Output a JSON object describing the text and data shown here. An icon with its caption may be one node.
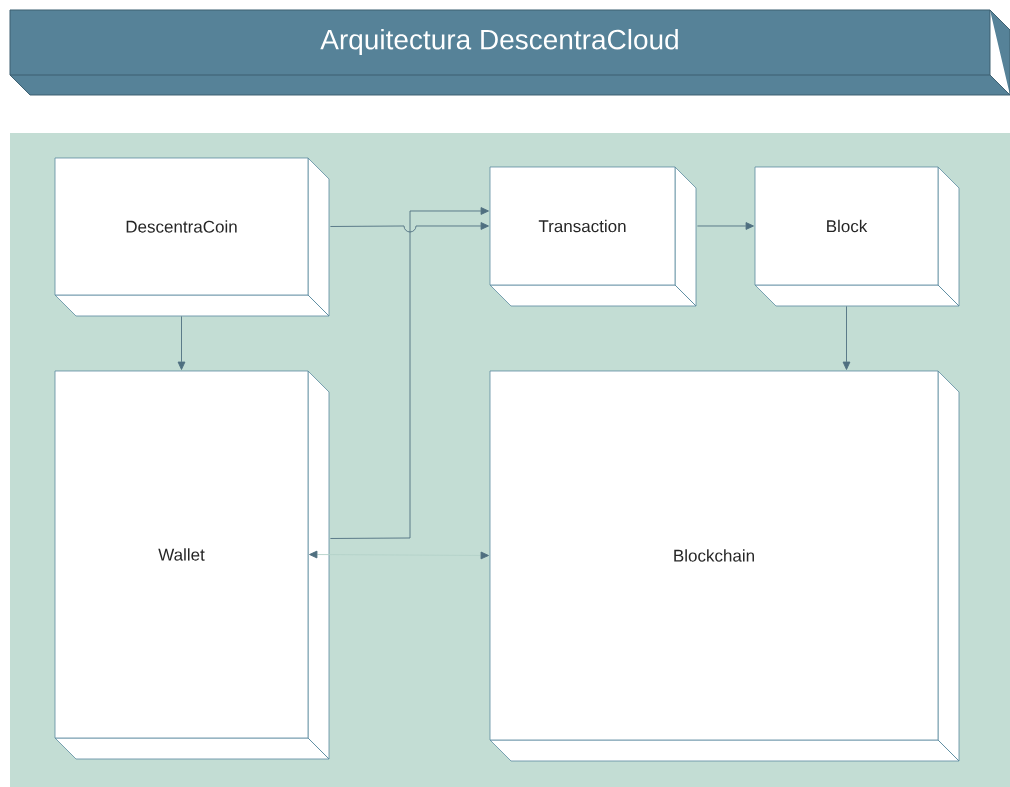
{
  "diagram": {
    "title": "Arquitectura DescentraCloud",
    "nodes": [
      {
        "text": [
          "DescentraCoin"
        ]
      },
      {
        "text": [
          "Transaction"
        ]
      },
      {
        "text": [
          "Block"
        ]
      },
      {
        "text": [
          "Wallet"
        ]
      },
      {
        "text": [
          "Blockchain"
        ]
      }
    ],
    "edges": [
      {
        "from": 0,
        "to": 1,
        "arrow": "to"
      },
      {
        "from": 3,
        "to": 1,
        "arrow": "to"
      },
      {
        "from": 1,
        "to": 2,
        "arrow": "to"
      },
      {
        "from": 0,
        "to": 3,
        "arrow": "to"
      },
      {
        "from": 2,
        "to": 4,
        "arrow": "to"
      },
      {
        "from": 3,
        "to": 4,
        "arrow": "both",
        "color": "#b3d1c8"
      }
    ]
  }
}
